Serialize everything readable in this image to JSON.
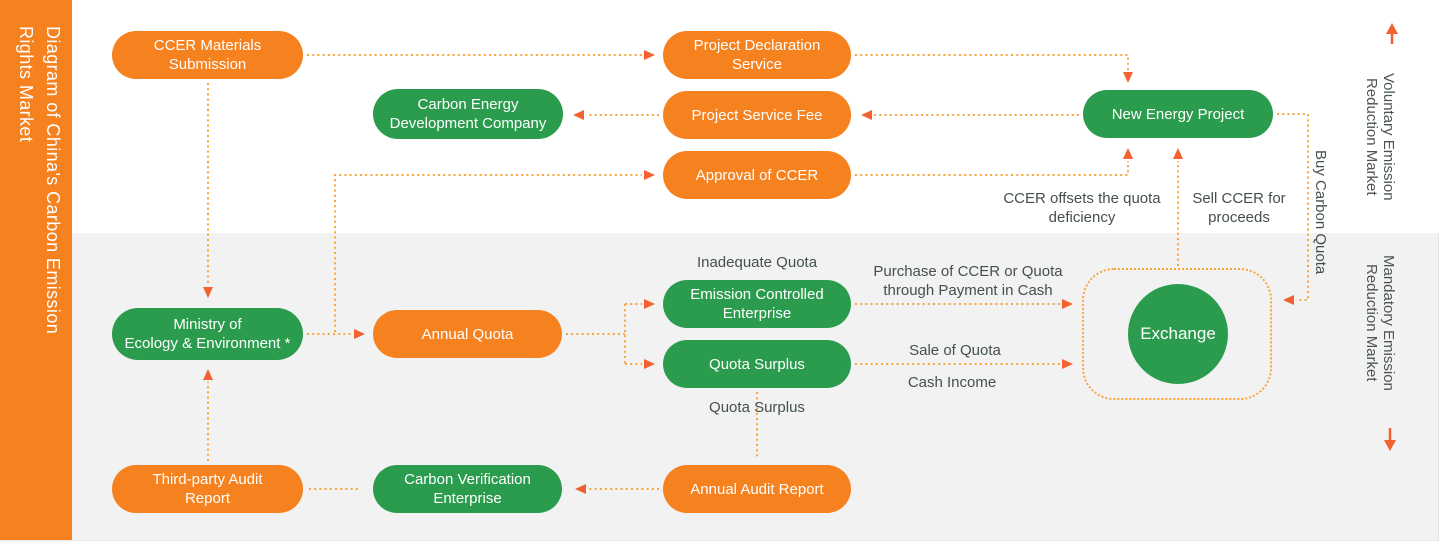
{
  "sidebar": {
    "title": "Diagram of China's Carbon Emission\nRights Market"
  },
  "markets": {
    "voluntary": "Voluntary Emission\nReduction Market",
    "mandatory": "Mandatory Emission\nReduction Market"
  },
  "nodes": {
    "ccer_materials": "CCER Materials\nSubmission",
    "project_declaration": "Project Declaration\nService",
    "carbon_energy": "Carbon Energy\nDevelopment Company",
    "project_service_fee": "Project Service Fee",
    "new_energy": "New Energy Project",
    "approval_ccer": "Approval of CCER",
    "ministry": "Ministry of\nEcology & Environment *",
    "annual_quota": "Annual Quota",
    "emission_controlled": "Emission Controlled\nEnterprise",
    "quota_surplus": "Quota Surplus",
    "annual_audit": "Annual Audit Report",
    "third_party": "Third-party Audit\nReport",
    "carbon_verification": "Carbon Verification\nEnterprise",
    "exchange": "Exchange"
  },
  "notes": {
    "inadequate_quota": "Inadequate Quota",
    "quota_surplus_label": "Quota Surplus",
    "purchase": "Purchase of CCER or Quota\nthrough Payment in Cash",
    "sale_of_quota": "Sale of Quota",
    "cash_income": "Cash Income",
    "ccer_offsets": "CCER offsets the quota\ndeficiency",
    "sell_ccer": "Sell CCER for\nproceeds",
    "buy_carbon_quota": "Buy Carbon Quota"
  },
  "colors": {
    "orange": "#F6811F",
    "green": "#2B9C4D",
    "gray": "#F2F2F3",
    "dot": "#F9A43C",
    "arrow": "#F2612F",
    "note": "#44514A"
  }
}
